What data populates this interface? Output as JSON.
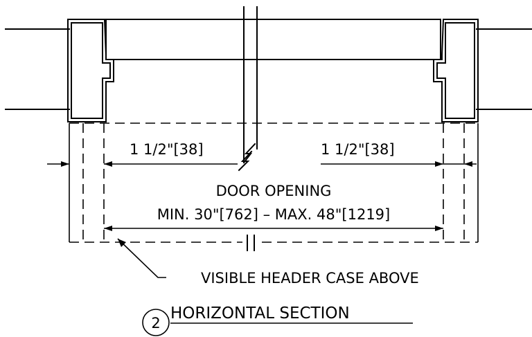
{
  "dimensions": {
    "left_offset": "1 1/2\"[38]",
    "right_offset": "1 1/2\"[38]",
    "opening_label": "DOOR OPENING",
    "opening_range": "MIN. 30\"[762] – MAX. 48\"[1219]"
  },
  "callout": {
    "note": "VISIBLE HEADER CASE ABOVE"
  },
  "section": {
    "number": "2",
    "title": "HORIZONTAL SECTION"
  }
}
